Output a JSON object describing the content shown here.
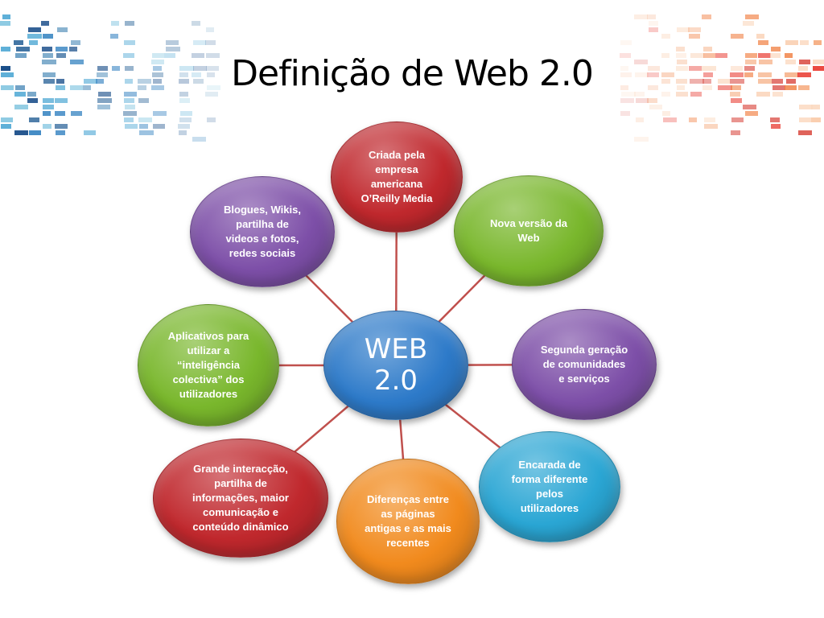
{
  "title": "Definição de Web 2.0",
  "colors": {
    "connector": "#c0504d",
    "red": "#c0282d",
    "green": "#79b72c",
    "purple": "#7d4fa8",
    "blue": "#2d7ac9",
    "cyan": "#2aa6d4",
    "orange": "#f18a1d"
  },
  "center": {
    "label": "WEB\n2.0",
    "color": "#2d7ac9"
  },
  "nodes": [
    {
      "id": "criada",
      "label": "Criada pela\nempresa\namericana\nO’Reilly Media",
      "color": "#c0282d"
    },
    {
      "id": "nova-versao",
      "label": "Nova versão da\nWeb",
      "color": "#79b72c"
    },
    {
      "id": "segunda-geracao",
      "label": "Segunda geração\nde comunidades\ne serviços",
      "color": "#7d4fa8"
    },
    {
      "id": "encarada",
      "label": "Encarada de\nforma diferente\npelos\nutilizadores",
      "color": "#2aa6d4"
    },
    {
      "id": "diferencas",
      "label": "Diferenças entre\nas páginas\nantigas e as mais\nrecentes",
      "color": "#f18a1d"
    },
    {
      "id": "interaccao",
      "label": "Grande interacção,\npartilha de\ninformações, maior\ncomunicação e\nconteúdo dinâmico",
      "color": "#c0282d"
    },
    {
      "id": "aplicativos",
      "label": "Aplicativos para\nutilizar a\n“inteligência\ncolectiva” dos\nutilizadores",
      "color": "#79b72c"
    },
    {
      "id": "blogues",
      "label": "Blogues, Wikis,\npartilha de\nvideos e fotos,\nredes sociais",
      "color": "#7d4fa8"
    }
  ]
}
